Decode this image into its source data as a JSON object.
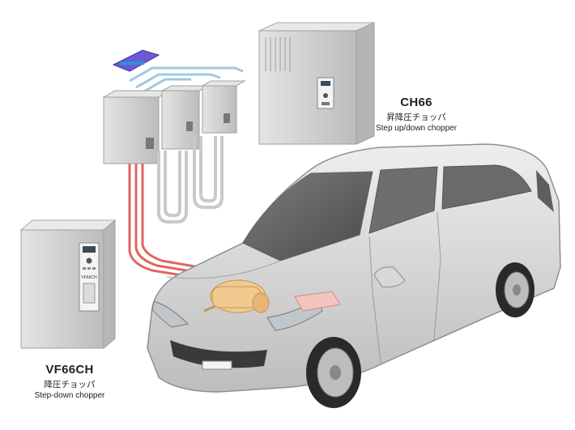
{
  "products": {
    "ch66": {
      "model": "CH66",
      "name_jp": "昇降圧チョッパ",
      "name_en": "Step up/down chopper",
      "panel_label": "",
      "color": "#c9c9c9"
    },
    "vf66ch": {
      "model": "VF66CH",
      "name_jp": "降圧チョッパ",
      "name_en": "Step-down chopper",
      "panel_label": "VF66CH",
      "color": "#d4d4d4"
    }
  },
  "colors": {
    "car_body": "#dcdcdc",
    "cable_red": "#e0665f",
    "cable_blue": "#9fc8de",
    "motor": "#f2c98e",
    "test_rig_cabinet": "#cfcfcf",
    "battery_module": "#6a5ad8"
  }
}
